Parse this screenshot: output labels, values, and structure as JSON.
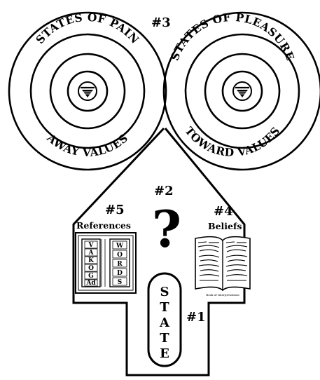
{
  "left_circle": {
    "top_label": "STATES OF PAIN",
    "bottom_label": "AWAY VALUES"
  },
  "right_circle": {
    "top_label": "STATES OF PLEASURE",
    "bottom_label": "TOWARD VALUES"
  },
  "markers": {
    "n1": "#1",
    "n2": "#2",
    "n3": "#3",
    "n4": "#4",
    "n5": "#5"
  },
  "question_mark": "?",
  "references": {
    "label": "References",
    "left_column": [
      "V",
      "A",
      "K",
      "O",
      "G",
      "Ad"
    ],
    "right_column": [
      "W",
      "O",
      "R",
      "D",
      "S"
    ]
  },
  "beliefs": {
    "label": "Beliefs",
    "book_caption": "Book of Interpretations"
  },
  "state_letters": [
    "S",
    "T",
    "A",
    "T",
    "E"
  ]
}
